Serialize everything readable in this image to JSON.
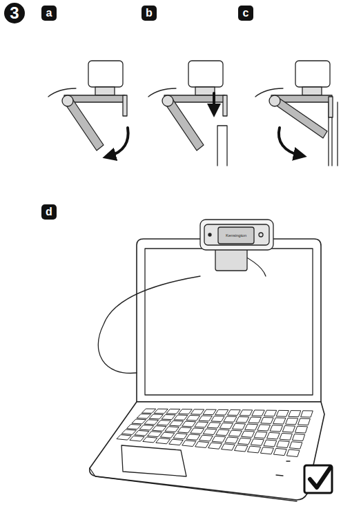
{
  "diagram": {
    "labels": [
      "3",
      "a",
      "b",
      "c",
      "d",
      "Kensington"
    ]
  }
}
